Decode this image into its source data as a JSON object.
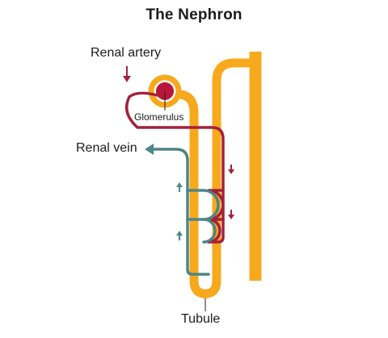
{
  "diagram": {
    "title": "The Nephron",
    "labels": {
      "renal_artery": "Renal artery",
      "renal_vein": "Renal vein",
      "glomerulus": "Glomerulus",
      "tubule": "Tubule"
    },
    "colors": {
      "tubule": "#f7a91d",
      "artery": "#a4203c",
      "glomerulus": "#b8163a",
      "vein": "#4e8585",
      "text": "#1c1c1c"
    },
    "icons": {
      "artery_flow": "arrow-down-icon",
      "vein_flow": "arrow-up-icon",
      "vein_exit": "arrow-left-icon"
    }
  }
}
